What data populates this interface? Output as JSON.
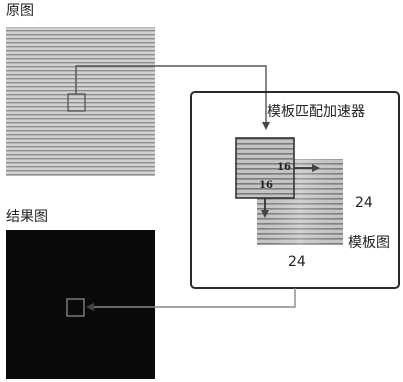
{
  "labels": {
    "original": "原图",
    "result": "结果图",
    "accelerator": "模板匹配加速器",
    "template": "模板图",
    "width": "24",
    "height": "24",
    "step_x": "16",
    "step_y": "16"
  },
  "colors": {
    "stripe_light": "#d4d4d4",
    "stripe_dark": "#8a8a8a",
    "result_bg": "#0a0a0a",
    "arrow": "#555555",
    "frame": "#2b2b2b"
  }
}
